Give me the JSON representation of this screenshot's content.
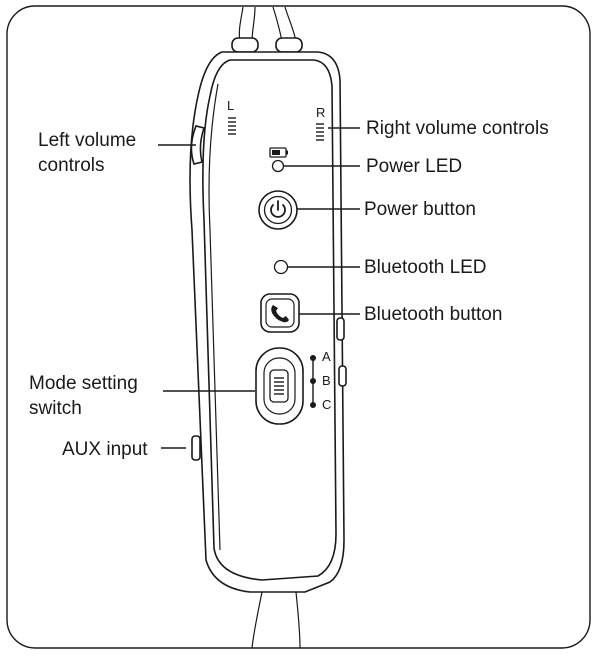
{
  "callouts": {
    "left_volume": [
      "Left volume",
      "controls"
    ],
    "right_volume": "Right volume controls",
    "power_led": "Power LED",
    "power_button": "Power button",
    "bluetooth_led": "Bluetooth LED",
    "bluetooth_button": "Bluetooth button",
    "mode_switch": [
      "Mode setting",
      "switch"
    ],
    "aux_input": "AUX input"
  },
  "device_labels": {
    "left": "L",
    "right": "R",
    "mode_a": "A",
    "mode_b": "B",
    "mode_c": "C"
  },
  "icons": {
    "battery": "battery-icon",
    "power": "power-icon",
    "phone": "phone-icon"
  }
}
